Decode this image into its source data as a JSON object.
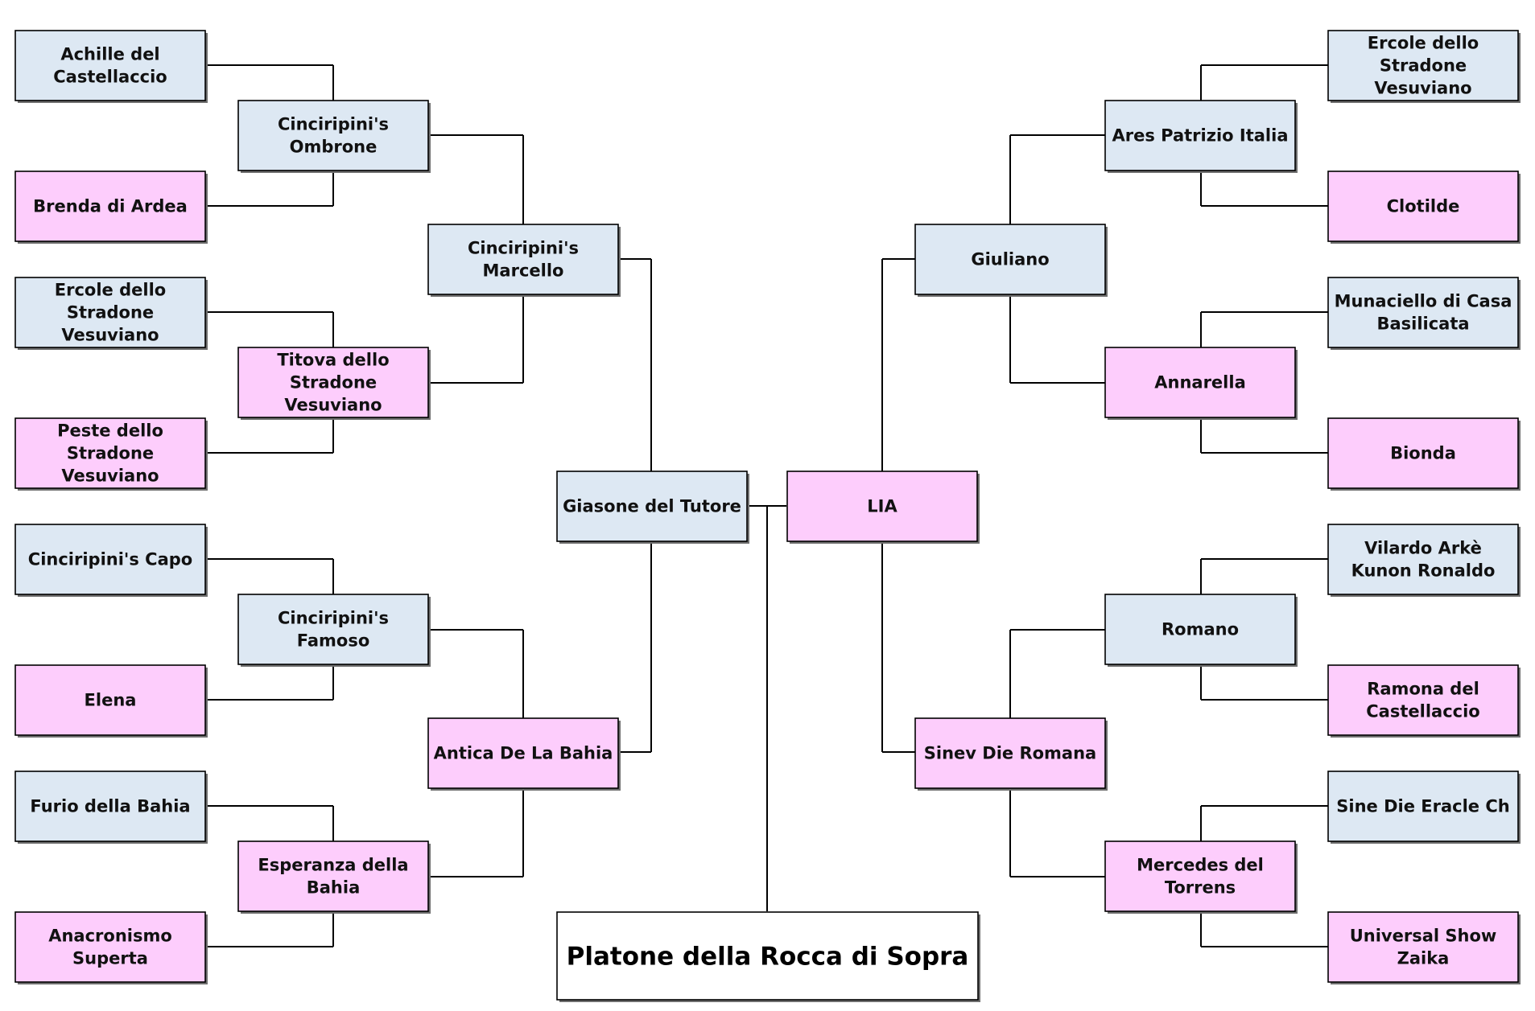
{
  "colors": {
    "male": "#dde8f3",
    "female": "#fdcdfc",
    "subject": "#ffffff",
    "line": "#000000"
  },
  "subject": {
    "name": "Platone della Rocca di Sopra"
  },
  "sire": {
    "name": "Giasone del Tutore",
    "sex": "male",
    "sire": {
      "name": "Cinciripini's Marcello",
      "sex": "male",
      "sire": {
        "name": "Cinciripini's Ombrone",
        "sex": "male",
        "sire": {
          "name": "Achille del Castellaccio",
          "sex": "male"
        },
        "dam": {
          "name": "Brenda di Ardea",
          "sex": "female"
        }
      },
      "dam": {
        "name": "Titova dello Stradone Vesuviano",
        "sex": "female",
        "sire": {
          "name": "Ercole dello Stradone Vesuviano",
          "sex": "male"
        },
        "dam": {
          "name": "Peste dello Stradone Vesuviano",
          "sex": "female"
        }
      }
    },
    "dam": {
      "name": "Antica De La Bahia",
      "sex": "female",
      "sire": {
        "name": "Cinciripini's Famoso",
        "sex": "male",
        "sire": {
          "name": "Cinciripini's Capo",
          "sex": "male"
        },
        "dam": {
          "name": "Elena",
          "sex": "female"
        }
      },
      "dam": {
        "name": "Esperanza della Bahia",
        "sex": "female",
        "sire": {
          "name": "Furio della Bahia",
          "sex": "male"
        },
        "dam": {
          "name": "Anacronismo Superta",
          "sex": "female"
        }
      }
    }
  },
  "dam": {
    "name": "LIA",
    "sex": "female",
    "sire": {
      "name": "Giuliano",
      "sex": "male",
      "sire": {
        "name": "Ares Patrizio Italia",
        "sex": "male",
        "sire": {
          "name": "Ercole dello Stradone Vesuviano",
          "sex": "male"
        },
        "dam": {
          "name": "Clotilde",
          "sex": "female"
        }
      },
      "dam": {
        "name": "Annarella",
        "sex": "female",
        "sire": {
          "name": "Munaciello di Casa Basilicata",
          "sex": "male"
        },
        "dam": {
          "name": "Bionda",
          "sex": "female"
        }
      }
    },
    "dam": {
      "name": "Sinev Die Romana",
      "sex": "female",
      "sire": {
        "name": "Romano",
        "sex": "male",
        "sire": {
          "name": "Vilardo Arkè Kunon Ronaldo",
          "sex": "male"
        },
        "dam": {
          "name": "Ramona del Castellaccio",
          "sex": "female"
        }
      },
      "dam": {
        "name": "Mercedes del Torrens",
        "sex": "female",
        "sire": {
          "name": "Sine Die Eracle Ch",
          "sex": "male"
        },
        "dam": {
          "name": "Universal Show Zaika",
          "sex": "female"
        }
      }
    }
  }
}
